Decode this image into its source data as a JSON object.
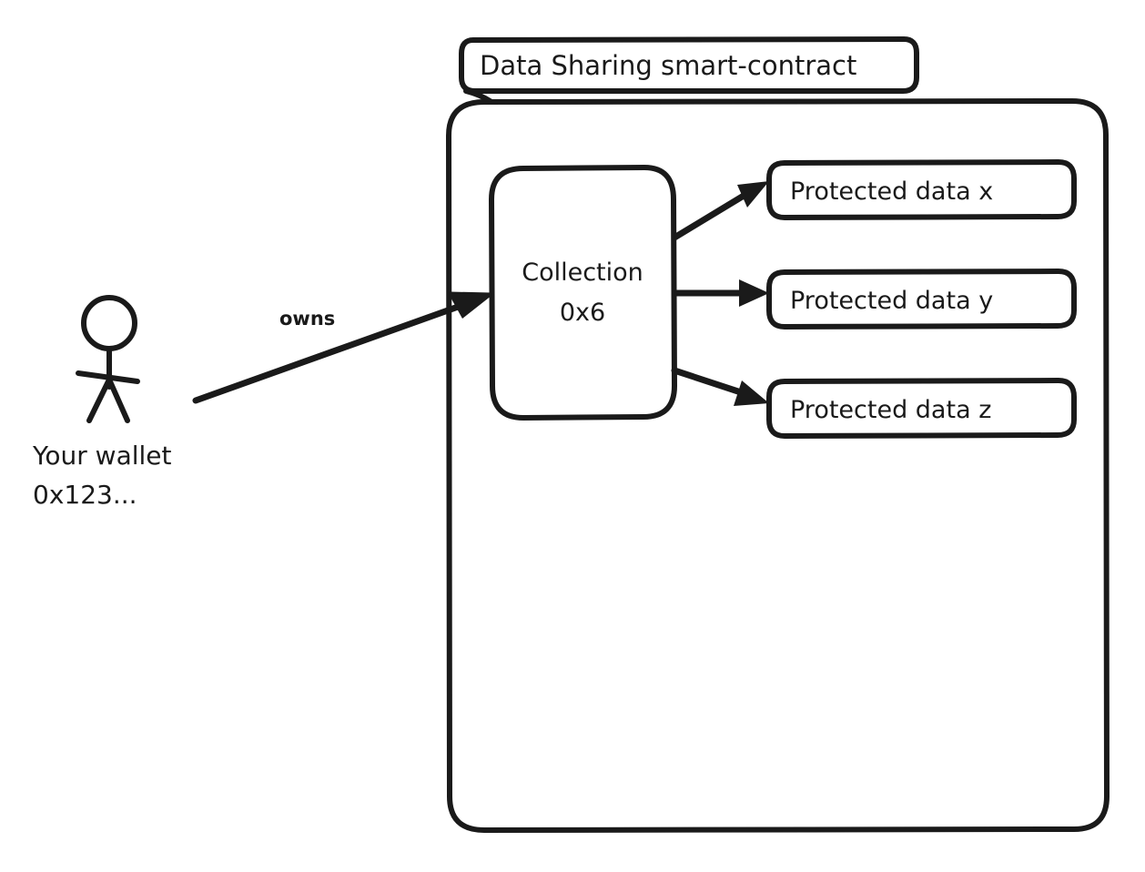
{
  "diagram": {
    "title_box": {
      "label": "Data Sharing smart-contract"
    },
    "contract_container": {
      "name": "data-sharing-smart-contract-container"
    },
    "collection_node": {
      "line1": "Collection",
      "line2": "0x6"
    },
    "protected_data_nodes": [
      {
        "label": "Protected data x"
      },
      {
        "label": "Protected data y"
      },
      {
        "label": "Protected data z"
      }
    ],
    "actor": {
      "line1": "Your wallet",
      "line2": "0x123..."
    },
    "edges": [
      {
        "label": "owns",
        "from": "Your wallet 0x123...",
        "to": "Collection 0x6"
      },
      {
        "label": "",
        "from": "Collection 0x6",
        "to": "Protected data x"
      },
      {
        "label": "",
        "from": "Collection 0x6",
        "to": "Protected data y"
      },
      {
        "label": "",
        "from": "Collection 0x6",
        "to": "Protected data z"
      }
    ],
    "colors": {
      "stroke": "#1a1a1a",
      "fill": "#ffffff",
      "background": "#ffffff"
    }
  }
}
